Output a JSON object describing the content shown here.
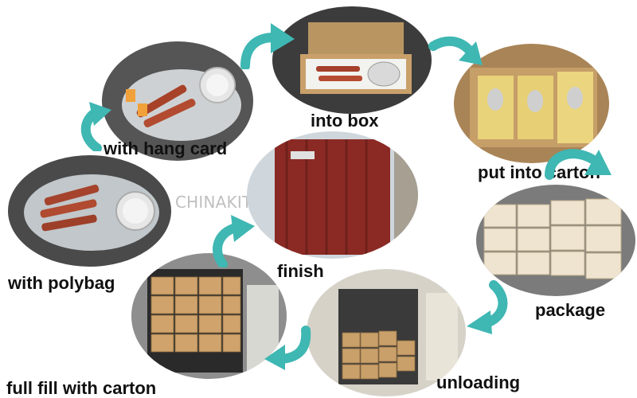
{
  "watermark": "CHINAKITCHENWARE.COM",
  "steps": [
    {
      "id": "polybag",
      "label": "with polybag"
    },
    {
      "id": "hang-card",
      "label": "with hang card"
    },
    {
      "id": "into-box",
      "label": "into box"
    },
    {
      "id": "put-into-carton",
      "label": "put into carton"
    },
    {
      "id": "package",
      "label": "package"
    },
    {
      "id": "unloading",
      "label": "unloading"
    },
    {
      "id": "full-fill",
      "label": "full fill with carton"
    },
    {
      "id": "finish",
      "label": "finish"
    }
  ],
  "colors": {
    "arrow": "#3fb7b3",
    "carton": "#c9a06a",
    "container": "#8b2a24"
  }
}
